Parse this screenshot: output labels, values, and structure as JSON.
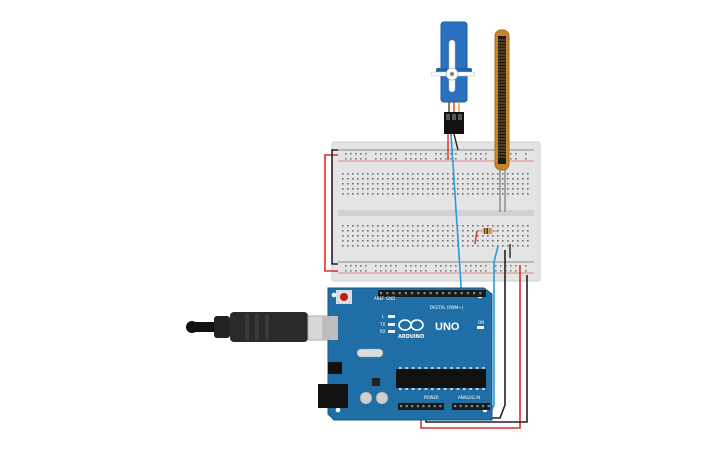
{
  "board": {
    "brand": "ARDUINO",
    "model": "UNO",
    "digital_header": "DIGITAL (PWM~)",
    "power_header": "POWER",
    "analog_header": "ANALOG IN",
    "on_label": "ON",
    "l_label": "L",
    "tx_label": "TX",
    "rx_label": "RX",
    "aref_label": "AREF",
    "gnd_label": "GND"
  },
  "colors": {
    "board": "#1f6fa6",
    "breadboard": "#e6e6e6",
    "wire_red": "#d9302a",
    "wire_black": "#222222",
    "wire_blue": "#2b9bd6",
    "servo": "#2a72c0",
    "flex_sensor": "#c8862c"
  },
  "components": [
    "arduino-uno",
    "breadboard",
    "micro-servo",
    "flex-sensor",
    "resistor",
    "usb-cable"
  ]
}
